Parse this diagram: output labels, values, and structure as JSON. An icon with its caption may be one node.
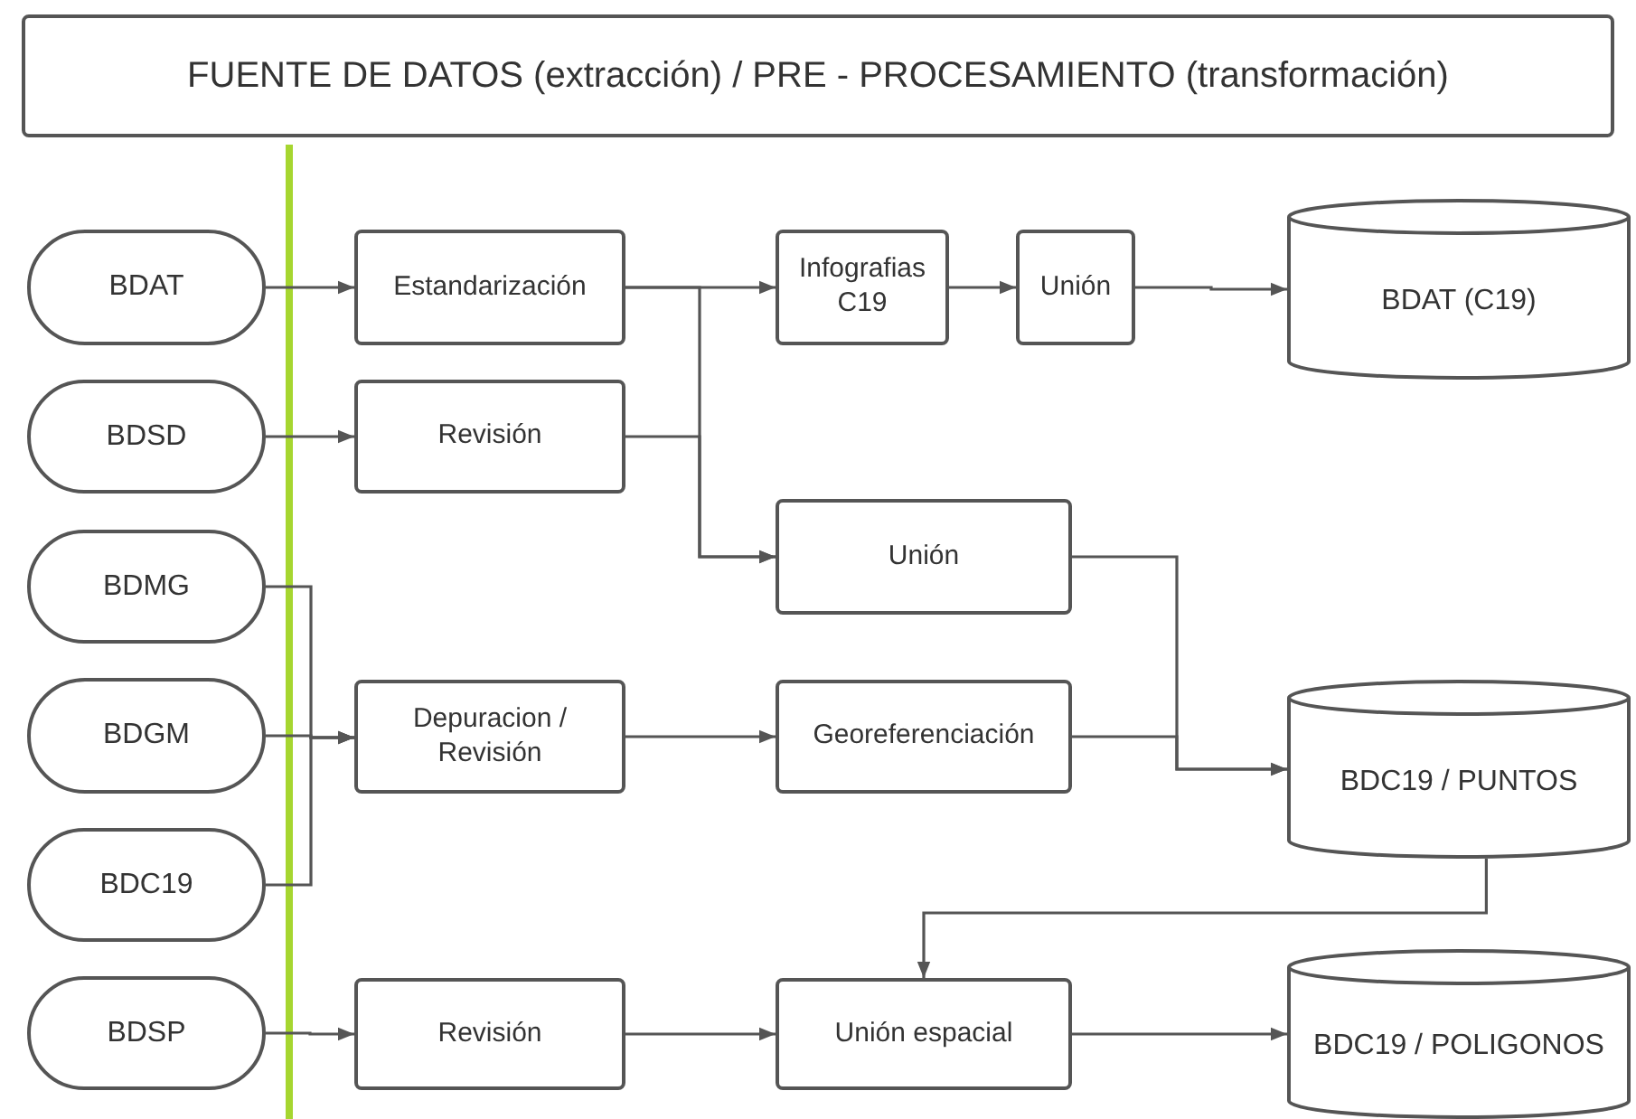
{
  "diagram": {
    "nodes": [
      {
        "text": [
          "FUENTE DE DATOS (extracción)  /  PRE - PROCESAMIENTO (transformación)"
        ]
      },
      {
        "text": [
          "BDAT"
        ]
      },
      {
        "text": [
          "BDSD"
        ]
      },
      {
        "text": [
          "BDMG"
        ]
      },
      {
        "text": [
          "BDGM"
        ]
      },
      {
        "text": [
          "BDC19"
        ]
      },
      {
        "text": [
          "BDSP"
        ]
      },
      {
        "text": [
          "Estandarización"
        ]
      },
      {
        "text": [
          "Revisión"
        ]
      },
      {
        "text": [
          "Depuracion / Revisión"
        ]
      },
      {
        "text": [
          "Revisión"
        ]
      },
      {
        "text": [
          "Infografias C19"
        ]
      },
      {
        "text": [
          "Unión"
        ]
      },
      {
        "text": [
          "Unión"
        ]
      },
      {
        "text": [
          "Georeferenciación"
        ]
      },
      {
        "text": [
          "Unión espacial"
        ]
      },
      {
        "text": [
          "BDAT (C19)"
        ]
      },
      {
        "text": [
          "BDC19 / PUNTOS"
        ]
      },
      {
        "text": [
          "BDC19 / POLIGONOS"
        ]
      }
    ],
    "edges": [
      {
        "from": 1,
        "to": 7,
        "arrow": "to"
      },
      {
        "from": 2,
        "to": 8,
        "arrow": "to"
      },
      {
        "from": 3,
        "to": 9,
        "arrow": "to"
      },
      {
        "from": 4,
        "to": 9,
        "arrow": "to"
      },
      {
        "from": 5,
        "to": 9,
        "arrow": "to"
      },
      {
        "from": 6,
        "to": 10,
        "arrow": "to"
      },
      {
        "from": 7,
        "to": 11,
        "arrow": "to"
      },
      {
        "from": 7,
        "to": 13,
        "arrow": "to"
      },
      {
        "from": 8,
        "to": 13,
        "arrow": "to"
      },
      {
        "from": 11,
        "to": 12,
        "arrow": "to"
      },
      {
        "from": 12,
        "to": 16,
        "arrow": "to"
      },
      {
        "from": 9,
        "to": 14,
        "arrow": "to"
      },
      {
        "from": 13,
        "to": 17,
        "arrow": "to"
      },
      {
        "from": 14,
        "to": 17,
        "arrow": "to"
      },
      {
        "from": 17,
        "to": 15,
        "arrow": "to"
      },
      {
        "from": 10,
        "to": 15,
        "arrow": "to"
      },
      {
        "from": 15,
        "to": 18,
        "arrow": "to"
      }
    ]
  }
}
